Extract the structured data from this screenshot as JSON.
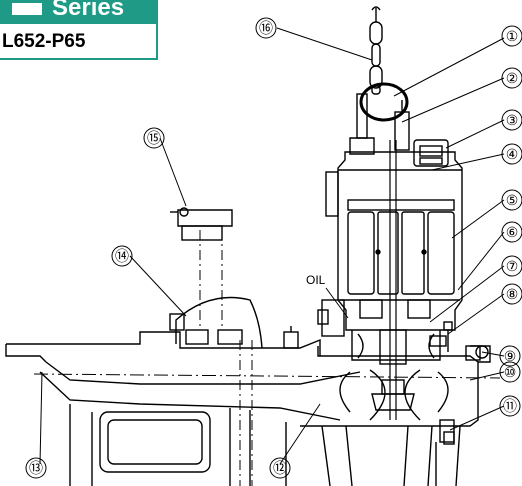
{
  "header": {
    "series_label": "Series",
    "model_number": "L652-P65"
  },
  "diagram": {
    "oil_label": "OIL",
    "callouts": [
      "①",
      "②",
      "③",
      "④",
      "⑤",
      "⑥",
      "⑦",
      "⑧",
      "⑨",
      "⑩",
      "⑪",
      "⑫",
      "⑬",
      "⑭",
      "⑮",
      "⑯"
    ]
  },
  "colors": {
    "accent": "#1f9a86",
    "line": "#000000"
  }
}
